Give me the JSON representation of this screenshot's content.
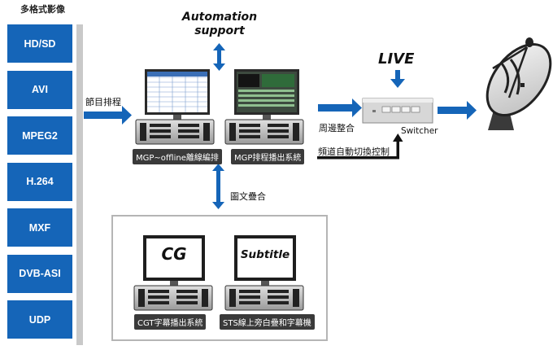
{
  "formats_title": "多格式影像",
  "formats": [
    "HD/SD",
    "AVI",
    "MPEG2",
    "H.264",
    "MXF",
    "DVB-ASI",
    "UDP"
  ],
  "labels": {
    "program_schedule": "節目排程",
    "automation": "Automation support",
    "live": "LIVE",
    "switcher": "Switcher",
    "edge_integration": "周邊整合",
    "channel_control": "頻道自動切換控制",
    "graphic_overlay": "圖文疊合",
    "cg_screen": "CG",
    "subtitle_screen": "Subtitle"
  },
  "captions": {
    "offline_editing": "MGP~offline離線編排",
    "playout": "MGP排程播出系統",
    "cgt": "CGT字幕播出系統",
    "sts": "STS線上旁白疊和字幕機"
  },
  "colors": {
    "format_blue": "#1565b8",
    "arrow_blue": "#1565b8",
    "caption_bg": "#3a3a3a"
  }
}
